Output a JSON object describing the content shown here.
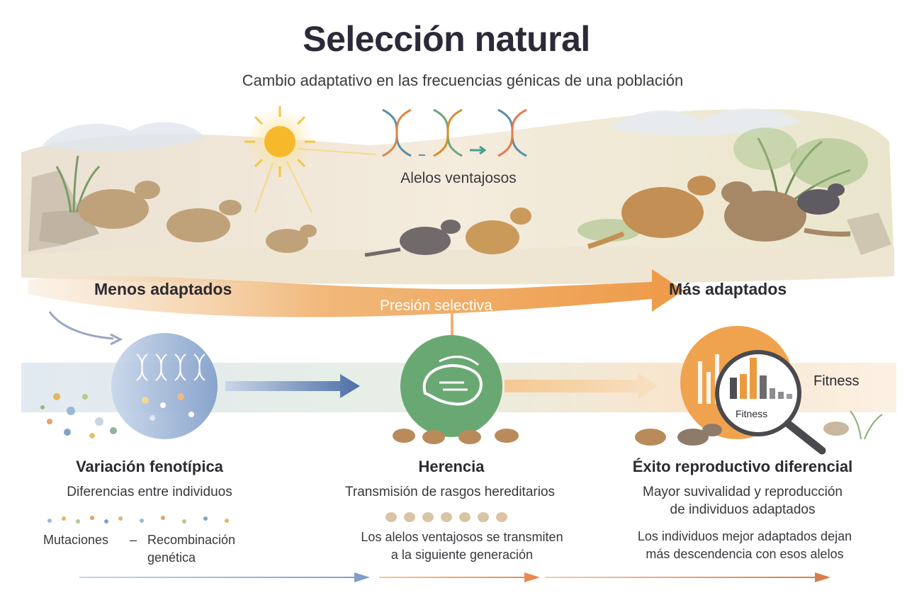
{
  "title": "Selección natural",
  "subtitle": "Cambio adaptativo en las frecuencias génicas de una población",
  "top_section": {
    "alleles_label": "Alelos ventajosos",
    "less_adapted": "Menos adaptados",
    "more_adapted": "Más adaptados",
    "pressure_label": "Presión selectiva"
  },
  "stages": {
    "variation": {
      "title": "Variación fenotípica",
      "description": "Diferencias entre individuos",
      "mutations": "Mutaciones",
      "dash": "–",
      "recombination": "Recombinación\ngenética"
    },
    "heredity": {
      "title": "Herencia",
      "description": "Transmisión de rasgos hereditarios",
      "note": "Los alelos ventajosos se transmiten\na la siguiente generación"
    },
    "reproduction": {
      "title": "Éxito reproductivo diferencial",
      "description": "Mayor suvivalidad y reproducción\nde individuos adaptados",
      "note": "Los individuos mejor adaptados dejan\nmás descendencia con esos alelos",
      "fitness_label": "Fitness",
      "fitness_chart_label": "Fitness"
    }
  },
  "colors": {
    "orange": "#f0a34e",
    "green": "#6aa873",
    "blue": "#5b82b3",
    "animal_tan": "#c89a62",
    "animal_brown": "#8f7b68",
    "animal_dark": "#5d5a5f"
  },
  "icons": [
    "sun-icon",
    "dna-icon",
    "brain-icon",
    "magnifier-icon",
    "bar-chart-icon"
  ]
}
